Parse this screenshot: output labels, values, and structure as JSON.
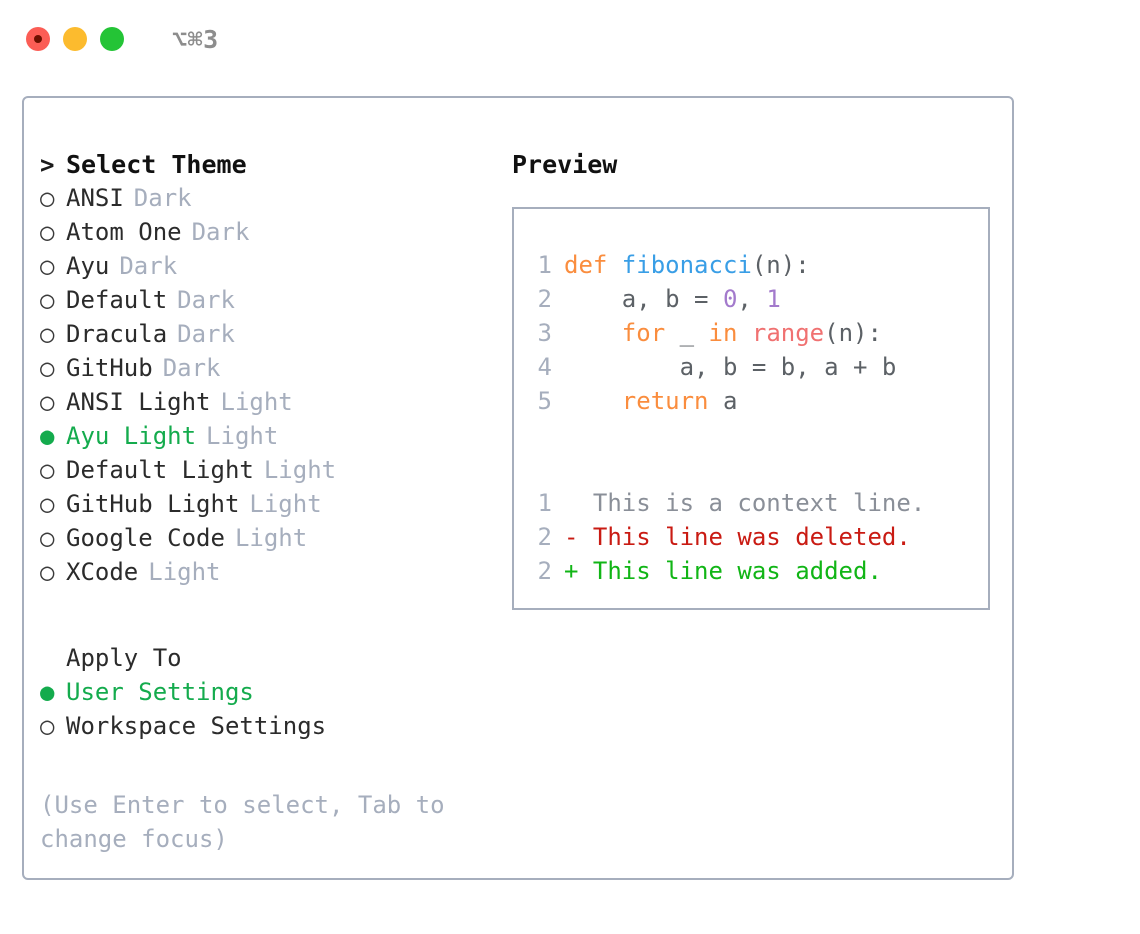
{
  "window": {
    "title": "⌥⌘3",
    "traffic_lights": [
      "close-red",
      "minimize-yellow",
      "maximize-green"
    ]
  },
  "colors": {
    "accent_green": "#14ab4d",
    "border": "#a6aebd",
    "muted": "#a6aebd",
    "text": "#2b2b2b",
    "syntax_keyword": "#fa8d3e",
    "syntax_function": "#399ee6",
    "syntax_number": "#a37acc",
    "syntax_call": "#f07171",
    "syntax_plain": "#5c6166",
    "diff_context": "#8a8f98",
    "diff_deleted": "#c91b13",
    "diff_added": "#11b516"
  },
  "theme_list": {
    "heading": "Select Theme",
    "heading_marker": ">",
    "items": [
      {
        "name": "ANSI",
        "variant": "Dark",
        "selected": false,
        "marker": "○"
      },
      {
        "name": "Atom One",
        "variant": "Dark",
        "selected": false,
        "marker": "○"
      },
      {
        "name": "Ayu",
        "variant": "Dark",
        "selected": false,
        "marker": "○"
      },
      {
        "name": "Default",
        "variant": "Dark",
        "selected": false,
        "marker": "○"
      },
      {
        "name": "Dracula",
        "variant": "Dark",
        "selected": false,
        "marker": "○"
      },
      {
        "name": "GitHub",
        "variant": "Dark",
        "selected": false,
        "marker": "○"
      },
      {
        "name": "ANSI Light",
        "variant": "Light",
        "selected": false,
        "marker": "○"
      },
      {
        "name": "Ayu Light",
        "variant": "Light",
        "selected": true,
        "marker": "●"
      },
      {
        "name": "Default Light",
        "variant": "Light",
        "selected": false,
        "marker": "○"
      },
      {
        "name": "GitHub Light",
        "variant": "Light",
        "selected": false,
        "marker": "○"
      },
      {
        "name": "Google Code",
        "variant": "Light",
        "selected": false,
        "marker": "○"
      },
      {
        "name": "XCode",
        "variant": "Light",
        "selected": false,
        "marker": "○"
      }
    ]
  },
  "apply_to": {
    "heading": "Apply To",
    "items": [
      {
        "name": "User Settings",
        "selected": true,
        "marker": "●"
      },
      {
        "name": "Workspace Settings",
        "selected": false,
        "marker": "○"
      }
    ]
  },
  "hint": "(Use Enter to select, Tab to change focus)",
  "preview": {
    "title": "Preview",
    "code_lines": [
      {
        "lineno": "1",
        "tokens": [
          {
            "text": "def ",
            "type": "keyword"
          },
          {
            "text": "fibonacci",
            "type": "function"
          },
          {
            "text": "(n):",
            "type": "plain"
          }
        ]
      },
      {
        "lineno": "2",
        "tokens": [
          {
            "text": "    a, b = ",
            "type": "plain"
          },
          {
            "text": "0",
            "type": "number"
          },
          {
            "text": ", ",
            "type": "plain"
          },
          {
            "text": "1",
            "type": "number"
          }
        ]
      },
      {
        "lineno": "3",
        "tokens": [
          {
            "text": "    ",
            "type": "plain"
          },
          {
            "text": "for",
            "type": "keyword"
          },
          {
            "text": " _ ",
            "type": "plain"
          },
          {
            "text": "in",
            "type": "keyword"
          },
          {
            "text": " ",
            "type": "plain"
          },
          {
            "text": "range",
            "type": "call"
          },
          {
            "text": "(n):",
            "type": "plain"
          }
        ]
      },
      {
        "lineno": "4",
        "tokens": [
          {
            "text": "        a, b = b, a + b",
            "type": "plain"
          }
        ]
      },
      {
        "lineno": "5",
        "tokens": [
          {
            "text": "    ",
            "type": "plain"
          },
          {
            "text": "return",
            "type": "keyword"
          },
          {
            "text": " a",
            "type": "plain"
          }
        ]
      }
    ],
    "diff_lines": [
      {
        "lineno": "1",
        "sign": " ",
        "text": "This is a context line.",
        "type": "context"
      },
      {
        "lineno": "2",
        "sign": "-",
        "text": "This line was deleted.",
        "type": "deleted"
      },
      {
        "lineno": "2",
        "sign": "+",
        "text": "This line was added.",
        "type": "added"
      }
    ]
  }
}
